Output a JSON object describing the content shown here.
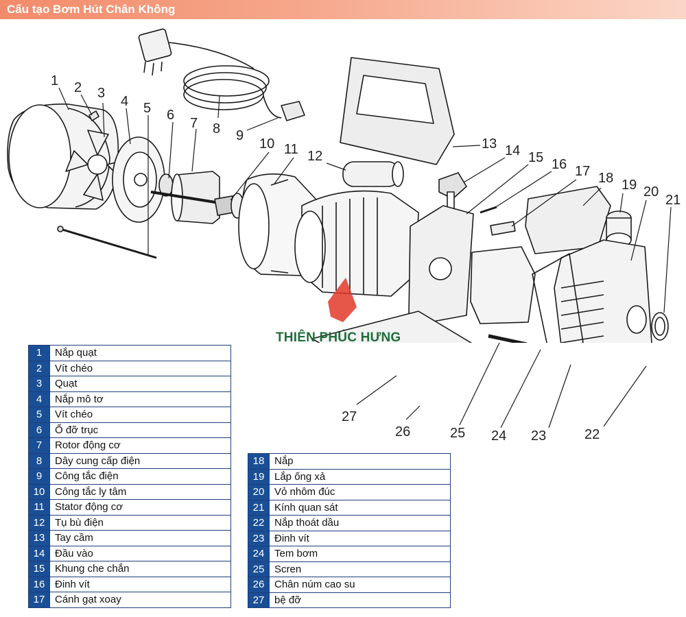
{
  "header": {
    "title": "Cấu tạo Bơm Hút Chân Không"
  },
  "watermark": {
    "brand": "THIÊN PHÚC HƯNG"
  },
  "callouts": [
    "1",
    "2",
    "3",
    "4",
    "5",
    "6",
    "7",
    "8",
    "9",
    "10",
    "11",
    "12",
    "13",
    "14",
    "15",
    "16",
    "17",
    "18",
    "19",
    "20",
    "21",
    "22",
    "23",
    "24",
    "25",
    "26",
    "27"
  ],
  "legend_left": [
    {
      "num": "1",
      "label": "Nắp quạt"
    },
    {
      "num": "2",
      "label": "Vít chéo"
    },
    {
      "num": "3",
      "label": "Quạt"
    },
    {
      "num": "4",
      "label": "Nắp mô tơ"
    },
    {
      "num": "5",
      "label": "Vít chéo"
    },
    {
      "num": "6",
      "label": "Ổ đỡ trục"
    },
    {
      "num": "7",
      "label": "Rotor động cơ"
    },
    {
      "num": "8",
      "label": "Dây cung cấp điện"
    },
    {
      "num": "9",
      "label": "Công tắc điện"
    },
    {
      "num": "10",
      "label": "Công tắc ly tâm"
    },
    {
      "num": "11",
      "label": "Stator động cơ"
    },
    {
      "num": "12",
      "label": "Tụ bù điện"
    },
    {
      "num": "13",
      "label": "Tay cầm"
    },
    {
      "num": "14",
      "label": "Đầu vào"
    },
    {
      "num": "15",
      "label": "Khung che chắn"
    },
    {
      "num": "16",
      "label": "Đinh vít"
    },
    {
      "num": "17",
      "label": "Cánh gạt xoay"
    }
  ],
  "legend_right": [
    {
      "num": "18",
      "label": "Nắp"
    },
    {
      "num": "19",
      "label": "Lắp ống xả"
    },
    {
      "num": "20",
      "label": "Vỏ nhôm đúc"
    },
    {
      "num": "21",
      "label": "Kính quan sát"
    },
    {
      "num": "22",
      "label": "Nắp thoát dầu"
    },
    {
      "num": "23",
      "label": "Đinh vít"
    },
    {
      "num": "24",
      "label": "Tem bơm"
    },
    {
      "num": "25",
      "label": "Scren"
    },
    {
      "num": "26",
      "label": "Chân núm cao su"
    },
    {
      "num": "27",
      "label": "bệ đỡ"
    }
  ],
  "colors": {
    "banner": "#f28b6a",
    "legend_number_bg": "#1a4f96",
    "brand": "#1f6e3a"
  }
}
